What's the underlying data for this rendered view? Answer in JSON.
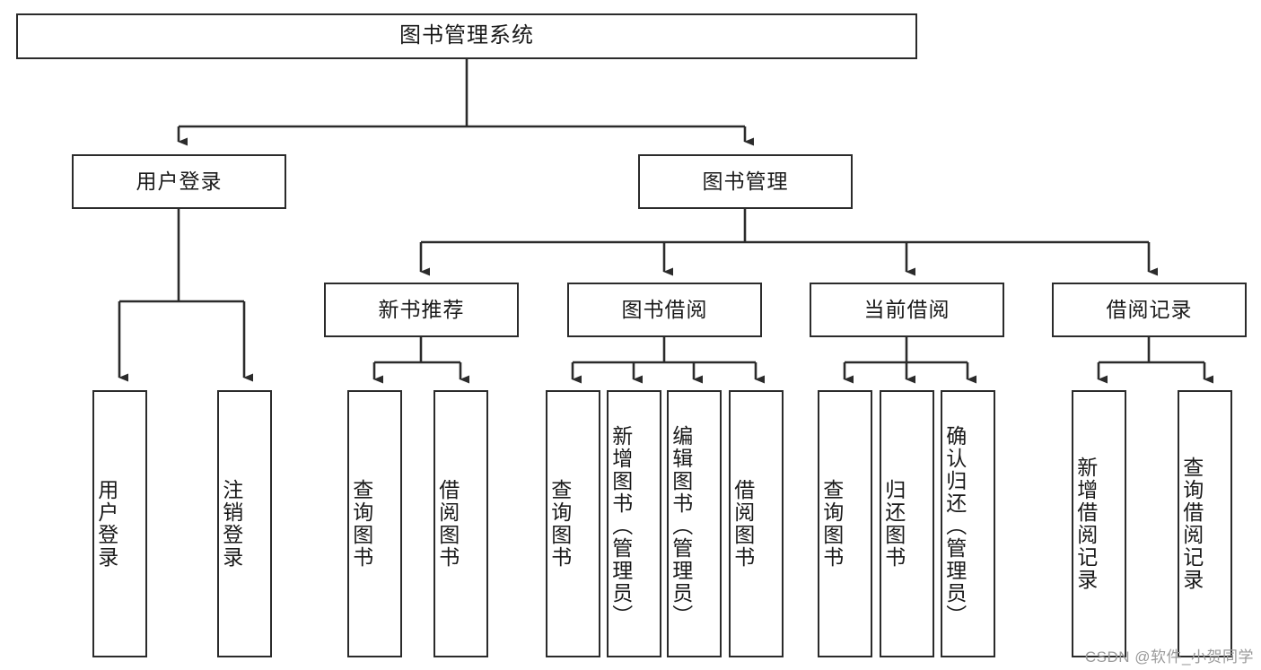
{
  "diagram": {
    "title": "图书管理系统",
    "type": "tree-hierarchy-chart",
    "watermark": "CSDN @软件_小贺同学",
    "colors": {
      "box_border": "#2b2b2b",
      "box_fill": "#ffffff",
      "edge": "#2b2b2b",
      "text": "#1a1a1a",
      "watermark": "#9a9a9a"
    }
  },
  "nodes": {
    "root": {
      "label": "图书管理系统"
    },
    "level2": [
      {
        "label": "用户登录"
      },
      {
        "label": "图书管理"
      }
    ],
    "level3": [
      {
        "label": "新书推荐"
      },
      {
        "label": "图书借阅"
      },
      {
        "label": "当前借阅"
      },
      {
        "label": "借阅记录"
      }
    ],
    "leaves": {
      "user_login": [
        {
          "label": "用户登录"
        },
        {
          "label": "注销登录"
        }
      ],
      "new_book_recommend": [
        {
          "label": "查询图书"
        },
        {
          "label": "借阅图书"
        }
      ],
      "book_borrow": [
        {
          "label": "查询图书"
        },
        {
          "label": "新增图书（管理员）"
        },
        {
          "label": "编辑图书（管理员）"
        },
        {
          "label": "借阅图书"
        }
      ],
      "current_borrow": [
        {
          "label": "查询图书"
        },
        {
          "label": "归还图书"
        },
        {
          "label": "确认归还（管理员）"
        }
      ],
      "borrow_record": [
        {
          "label": "新增借阅记录"
        },
        {
          "label": "查询借阅记录"
        }
      ]
    }
  }
}
